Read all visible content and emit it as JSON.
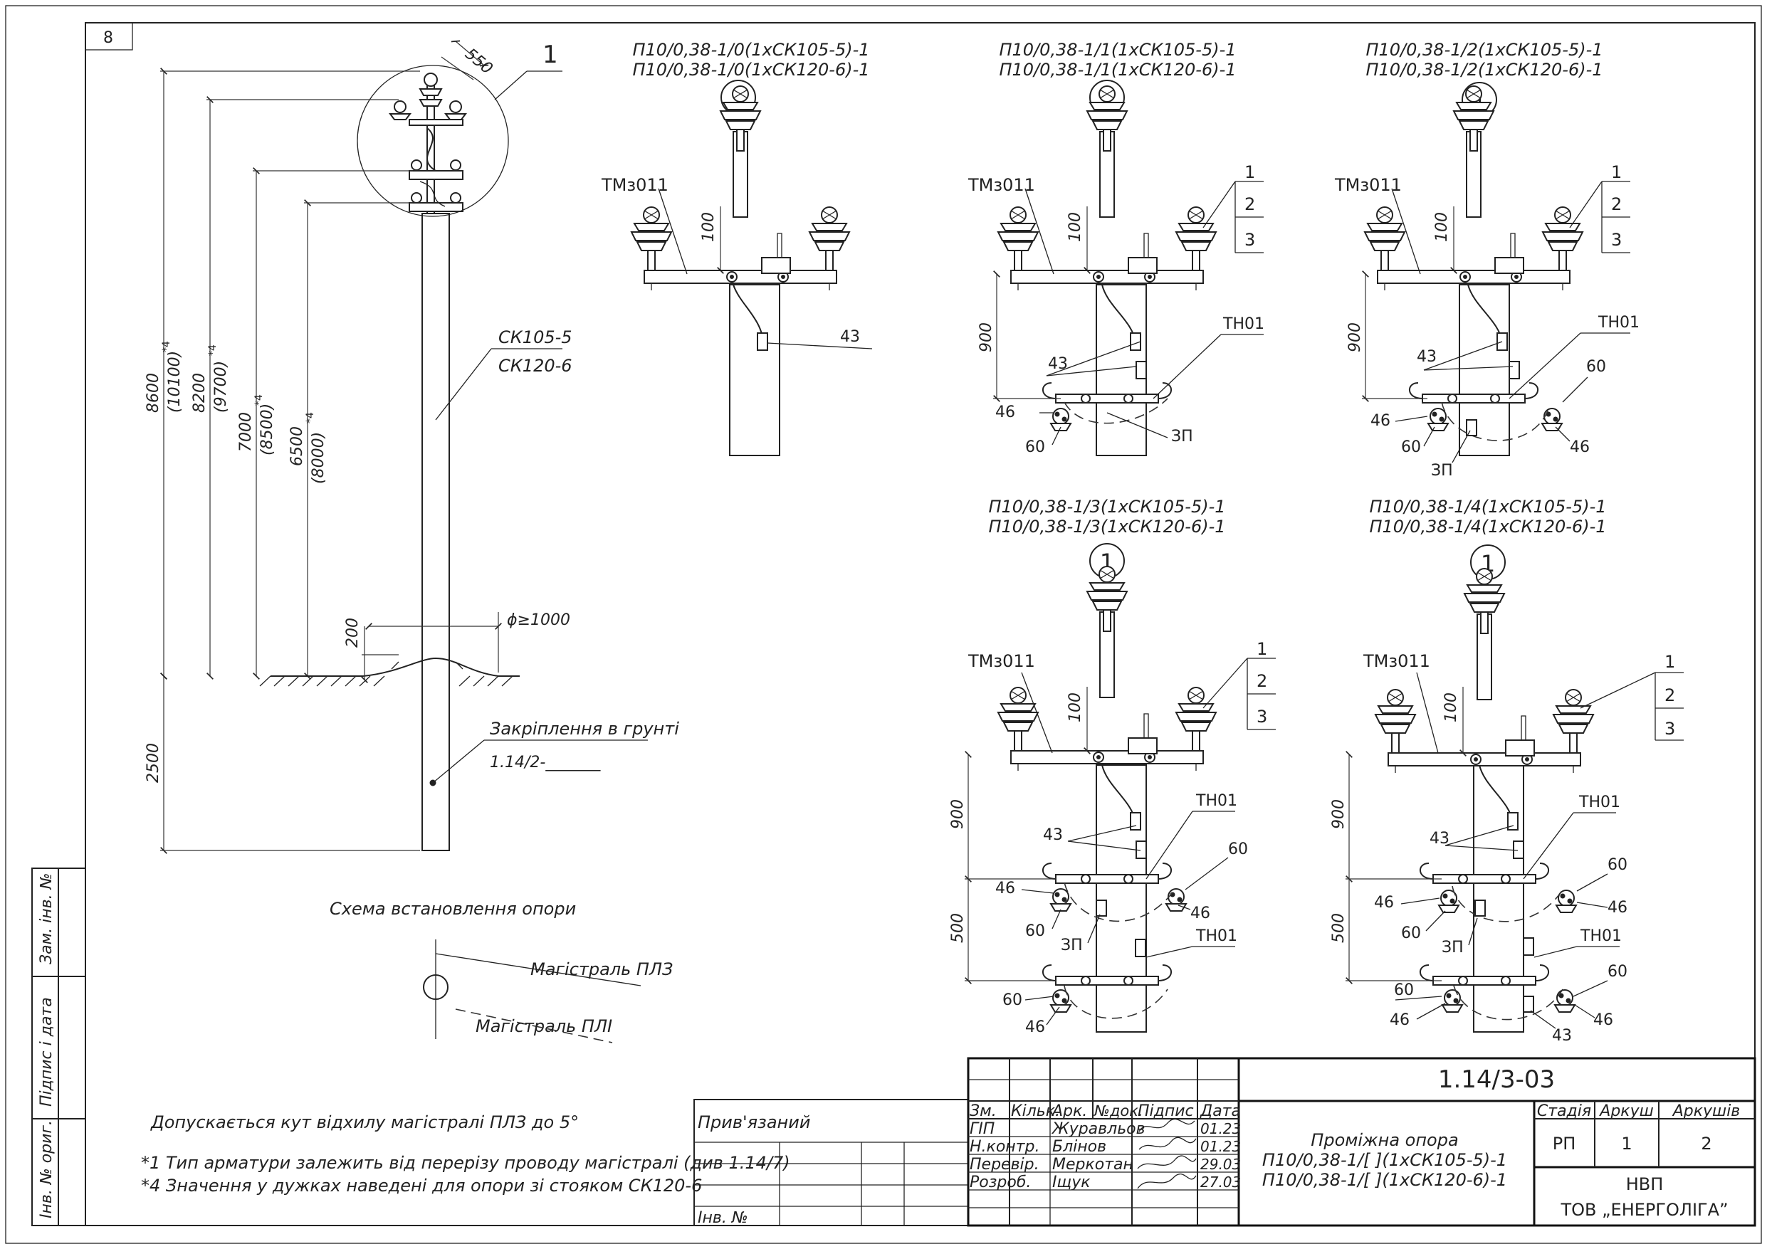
{
  "sheet": {
    "sheet_number": "8",
    "side_stamp": [
      "Зам. інв. №",
      "Підпис і дата",
      "Інв. № ориг."
    ]
  },
  "main_pole": {
    "callout": "1",
    "top_dim": "550",
    "dims": [
      {
        "value": "8600",
        "alt": "(10100)",
        "note": "*4"
      },
      {
        "value": "8200",
        "alt": "(9700)",
        "note": "*4"
      },
      {
        "value": "7000",
        "alt": "(8500)",
        "note": "*4"
      },
      {
        "value": "6500",
        "alt": "(8000)",
        "note": "*4"
      }
    ],
    "pole_label_1": "СК105-5",
    "pole_label_2": "СК120-6",
    "ground_dim": "200",
    "foot_dim": "ϕ≥1000",
    "embed_dim": "2500",
    "ground_label": "Закріплення в грунті",
    "ground_ref": "1.14/2-_______"
  },
  "scheme": {
    "title": "Схема встановлення опори",
    "line_1": "Магістраль ПЛЗ",
    "line_2": "Магістраль ПЛІ"
  },
  "variants": [
    {
      "line1": "П10/0,38-1/0(1хСК105-5)-1",
      "line2": "П10/0,38-1/0(1хСК120-6)-1",
      "num": "1",
      "crossarm": "ТМз011",
      "gap": "100",
      "tag": "43"
    },
    {
      "line1": "П10/0,38-1/1(1хСК105-5)-1",
      "line2": "П10/0,38-1/1(1хСК120-6)-1",
      "num": "1",
      "crossarm": "ТМз011",
      "gap": "100",
      "d900": "900",
      "callouts": [
        "1",
        "2",
        "3"
      ],
      "labels": [
        "ТН01",
        "43",
        "46",
        "60",
        "ЗП"
      ]
    },
    {
      "line1": "П10/0,38-1/2(1хСК105-5)-1",
      "line2": "П10/0,38-1/2(1хСК120-6)-1",
      "num": "1",
      "crossarm": "ТМз011",
      "gap": "100",
      "d900": "900",
      "callouts": [
        "1",
        "2",
        "3"
      ],
      "labels": [
        "ТН01",
        "60",
        "43",
        "46",
        "60",
        "ЗП",
        "46"
      ]
    },
    {
      "line1": "П10/0,38-1/3(1хСК105-5)-1",
      "line2": "П10/0,38-1/3(1хСК120-6)-1",
      "num": "1",
      "crossarm": "ТМз011",
      "gap": "100",
      "d900": "900",
      "d500": "500",
      "callouts": [
        "1",
        "2",
        "3"
      ],
      "labels": [
        "ТН01",
        "43",
        "60",
        "46",
        "46",
        "60",
        "ЗП",
        "ТН01",
        "60",
        "46"
      ]
    },
    {
      "line1": "П10/0,38-1/4(1хСК105-5)-1",
      "line2": "П10/0,38-1/4(1хСК120-6)-1",
      "num": "1",
      "crossarm": "ТМз011",
      "gap": "100",
      "d900": "900",
      "d500": "500",
      "callouts": [
        "1",
        "2",
        "3"
      ],
      "labels": [
        "ТН01",
        "43",
        "60",
        "46",
        "46",
        "60",
        "ЗП",
        "ТН01",
        "60",
        "60",
        "46",
        "43",
        "46"
      ]
    }
  ],
  "notes": {
    "n1": "Допускається кут відхилу магістралі ПЛЗ до 5°",
    "n2": "*1 Тип арматури залежить від перерізу проводу магістралі (див 1.14/7)",
    "n3": "*4 Значення у дужках наведені для опори зі стояком СК120-6"
  },
  "title_block": {
    "bound": "Прив'язаний",
    "inv": "Інв. №",
    "headers": [
      "Зм.",
      "Кільк.",
      "Арк.",
      "№док.",
      "Підпис",
      "Дата"
    ],
    "roles": [
      {
        "role": "ГІП",
        "name": "Журавльов",
        "date": "01.23"
      },
      {
        "role": "Н.контр.",
        "name": "Блінов",
        "date": "01.23"
      },
      {
        "role": "Перевір.",
        "name": "Меркотан",
        "date": "29.03"
      },
      {
        "role": "Розроб.",
        "name": "Іщук",
        "date": "27.03"
      }
    ],
    "code": "1.14/3-03",
    "desc_1": "Проміжна опора",
    "desc_2": "П10/0,38-1/[   ](1хСК105-5)-1",
    "desc_3": "П10/0,38-1/[   ](1хСК120-6)-1",
    "stage_h": "Стадія",
    "sheet_h": "Аркуш",
    "sheets_h": "Аркушів",
    "stage": "РП",
    "sheet": "1",
    "sheets": "2",
    "org_1": "НВП",
    "org_2": "ТОВ „ЕНЕРГОЛІГА”"
  }
}
